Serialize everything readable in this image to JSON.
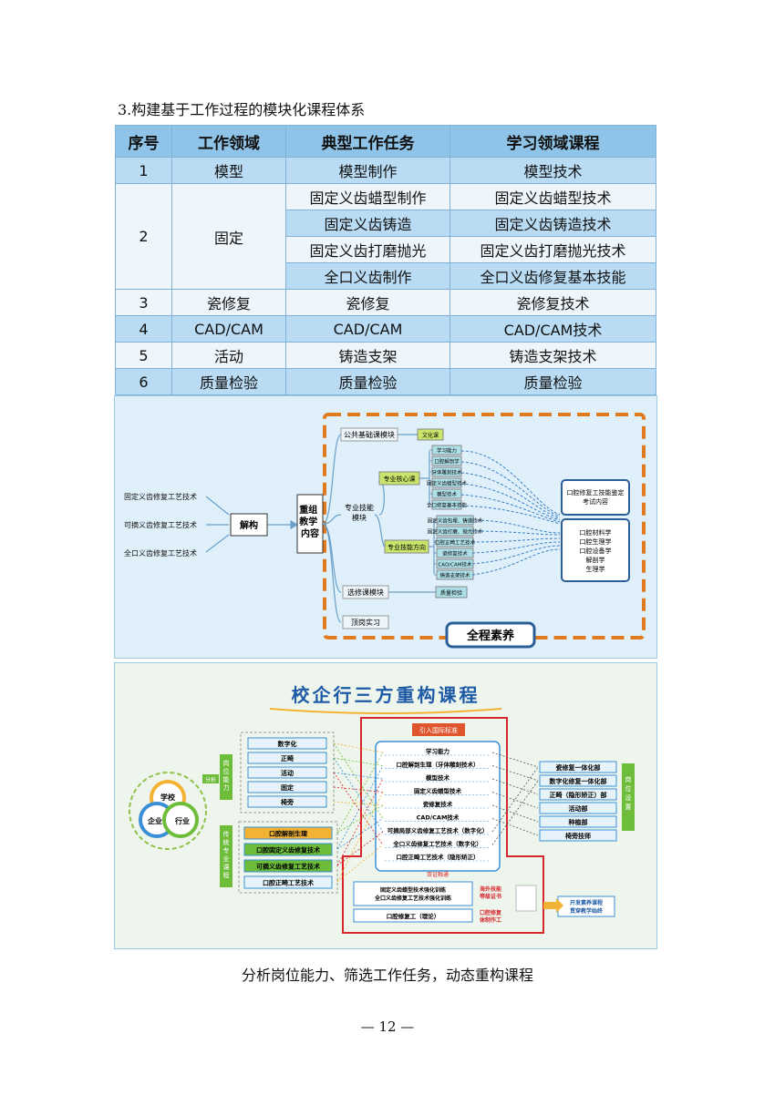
{
  "heading": "3.构建基于工作过程的模块化课程体系",
  "table": {
    "headers": [
      "序号",
      "工作领域",
      "典型工作任务",
      "学习领域课程"
    ],
    "rows": [
      {
        "no": "1",
        "field": "模型",
        "task": "模型制作",
        "course": "模型技术"
      },
      {
        "no": "2",
        "field": "固定",
        "task": "固定义齿蜡型制作",
        "course": "固定义齿蜡型技术"
      },
      {
        "task": "固定义齿铸造",
        "course": "固定义齿铸造技术"
      },
      {
        "task": "固定义齿打磨抛光",
        "course": "固定义齿打磨抛光技术"
      },
      {
        "task": "全口义齿制作",
        "course": "全口义齿修复基本技能"
      },
      {
        "no": "3",
        "field": "瓷修复",
        "task": "瓷修复",
        "course": "瓷修复技术"
      },
      {
        "no": "4",
        "field": "CAD/CAM",
        "task": "CAD/CAM",
        "course": "CAD/CAM技术"
      },
      {
        "no": "5",
        "field": "活动",
        "task": "铸造支架",
        "course": "铸造支架技术"
      },
      {
        "no": "6",
        "field": "质量检验",
        "task": "质量检验",
        "course": "质量检验"
      }
    ]
  },
  "fig1": {
    "left_items": [
      "固定义齿修复工艺技术",
      "可摘义齿修复工艺技术",
      "全口义齿修复工艺技术"
    ],
    "deconstruct": "解构",
    "reorg": "重组\n教学\n内容",
    "public_module": "公共基础课模块",
    "culture": "文化课",
    "skill_module": "专业技能\n模块",
    "core": "专业核心课",
    "direction": "专业技能方向",
    "core_items": [
      "学习能力",
      "口腔解剖学",
      "牙体雕刻技术",
      "固定义齿蜡型技术",
      "模型技术",
      "全口修复基本技能"
    ],
    "dir_items": [
      "固定义齿包埋、铸造技术",
      "固定义齿打磨、抛光技术",
      "口腔正畸工艺技术",
      "瓷修复技术",
      "CAD/CAM技术",
      "铸造支架技术"
    ],
    "elective": "选修课模块",
    "quality": "质量检验",
    "intern": "顶岗实习",
    "right_top": "口腔修复工技能鉴定\n考试内容",
    "right_bottom": "口腔材料学\n口腔生理学\n口腔设备学\n解剖学\n生理学",
    "banner": "全程素养"
  },
  "fig2": {
    "title": "校企行三方重构课程",
    "school": "学校",
    "enterprise": "企业",
    "industry": "行业",
    "analyze": "分析",
    "position_ability": "岗位\n能力",
    "position_items": [
      "数字化",
      "正畸",
      "活动",
      "固定",
      "椅旁"
    ],
    "traditional": "传统\n专业课程",
    "traditional_items": [
      "口腔解剖生理",
      "口腔固定义齿修复技术",
      "可摘义齿修复工艺技术",
      "口腔正畸工艺技术"
    ],
    "intl": "引入国际标准",
    "center_items": [
      "学习能力",
      "口腔解剖生理（牙体雕刻技术）",
      "模型技术",
      "固定义齿蜡型技术",
      "瓷修复技术",
      "CAD/CAM技术",
      "可摘局部义齿修复工艺技术（数字化）",
      "全口义齿修复工艺技术（数字化）",
      "口腔正畸工艺技术（隐形矫正）"
    ],
    "fusion": "双证融通",
    "bottom_box1": "固定义齿蜡型技术强化训练\n全口义齿修复工艺技术强化训练",
    "bottom_box2": "口腔修复工（理论）",
    "cert1": "海外技能\n等级证书",
    "cert2": "口腔修复\n体制作工",
    "develop": "开发素养课程\n贯穿教学始终",
    "right_items": [
      "瓷修复一体化部",
      "数字化修复一体化部",
      "正畸（隐形矫正）部",
      "活动部",
      "种植部",
      "椅旁技师"
    ],
    "position_setting": "岗位\n设置"
  },
  "caption": "分析岗位能力、筛选工作任务，动态重构课程",
  "page_number": "— 12 —"
}
